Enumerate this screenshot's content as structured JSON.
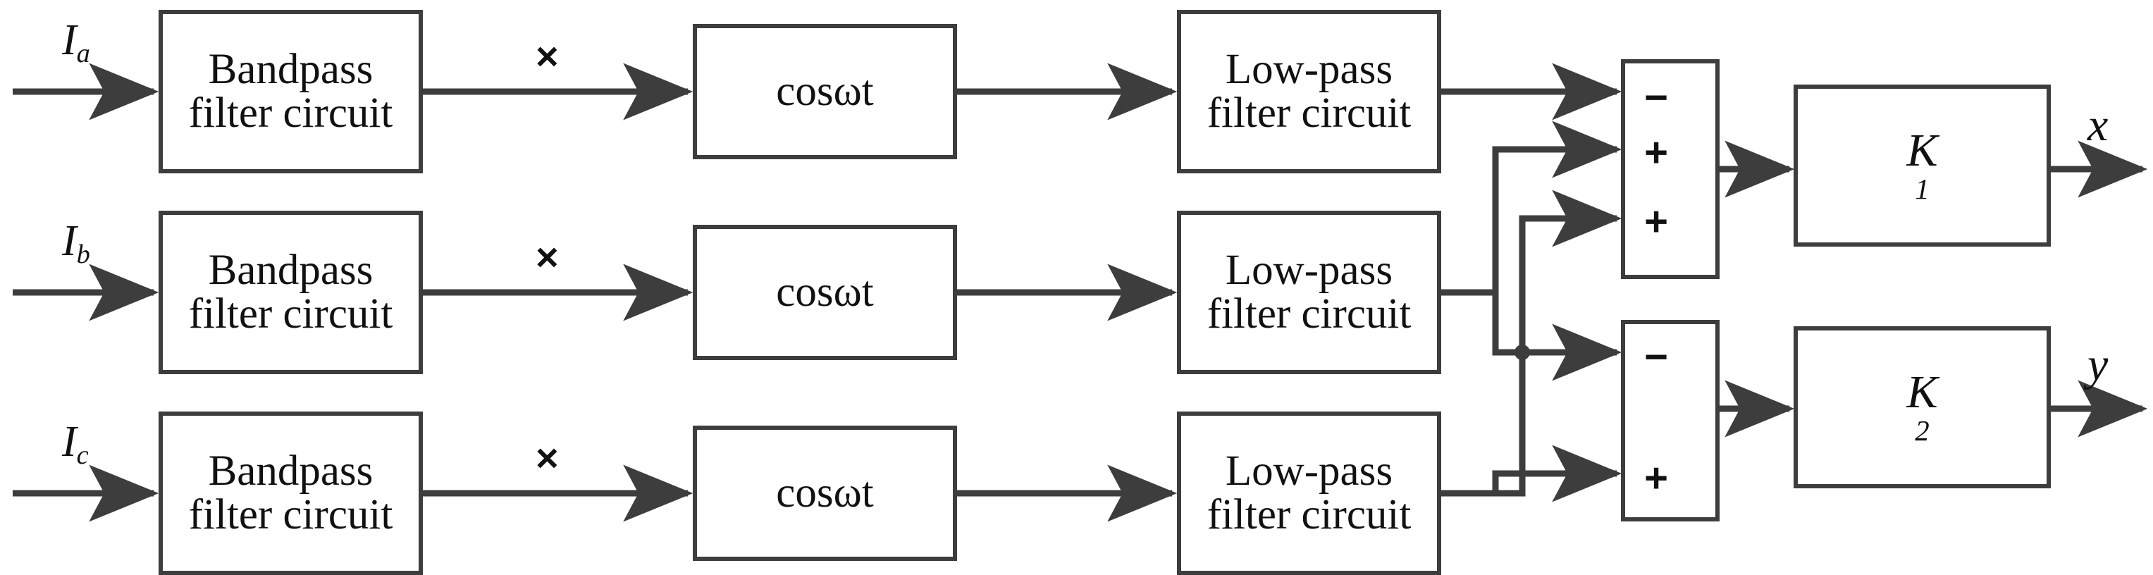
{
  "diagram": {
    "title": "Three-phase demodulation block diagram",
    "line_color": "#3d3d3d",
    "text_color": "#111111",
    "background": "#ffffff"
  },
  "inputs": [
    {
      "name": "input-label-ia",
      "base": "I",
      "sub": "a"
    },
    {
      "name": "input-label-ib",
      "base": "I",
      "sub": "b"
    },
    {
      "name": "input-label-ic",
      "base": "I",
      "sub": "c"
    }
  ],
  "bandpass_blocks": [
    {
      "line1": "Bandpass",
      "line2": "filter circuit"
    },
    {
      "line1": "Bandpass",
      "line2": "filter circuit"
    },
    {
      "line1": "Bandpass",
      "line2": "filter circuit"
    }
  ],
  "multiplier_symbols": [
    "×",
    "×",
    "×"
  ],
  "mixer_blocks": [
    {
      "label": "cosωt"
    },
    {
      "label": "cosωt"
    },
    {
      "label": "cosωt"
    }
  ],
  "lowpass_blocks": [
    {
      "line1": "Low-pass",
      "line2": "filter circuit"
    },
    {
      "line1": "Low-pass",
      "line2": "filter circuit"
    },
    {
      "line1": "Low-pass",
      "line2": "filter circuit"
    }
  ],
  "summing_blocks": [
    {
      "name": "summing-junction-1",
      "signs": [
        "−",
        "+",
        "+"
      ]
    },
    {
      "name": "summing-junction-2",
      "signs": [
        "−",
        "+"
      ]
    }
  ],
  "gain_blocks": [
    {
      "base": "K",
      "sub": "1"
    },
    {
      "base": "K",
      "sub": "2"
    }
  ],
  "outputs": [
    {
      "name": "output-label-x",
      "label": "x"
    },
    {
      "name": "output-label-y",
      "label": "y"
    }
  ]
}
